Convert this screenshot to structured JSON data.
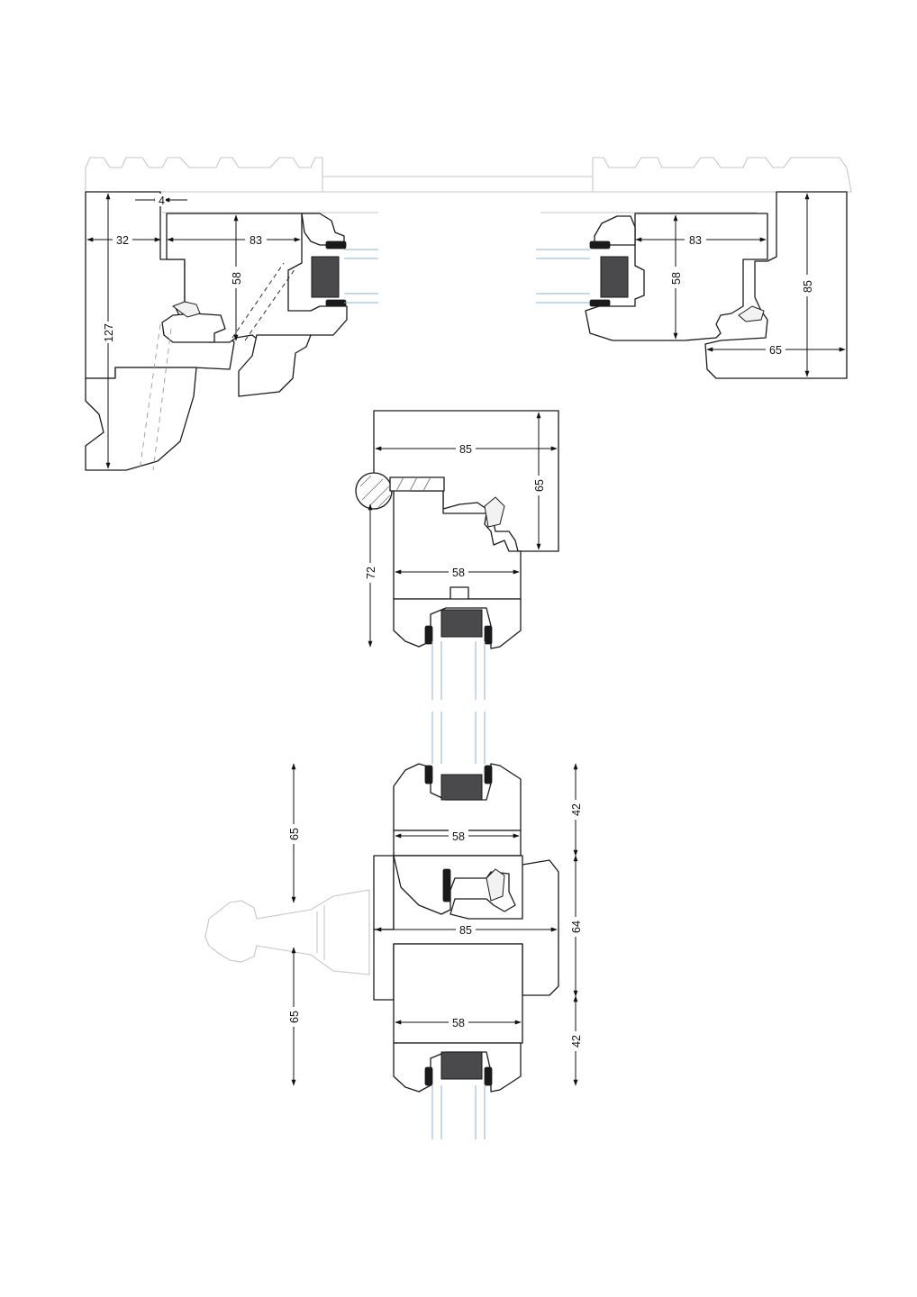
{
  "dimensions": {
    "head_left": {
      "top_offset": "4",
      "outer_width": "32",
      "sash_width": "83",
      "sash_height": "58",
      "frame_height": "127"
    },
    "head_right": {
      "sash_width": "83",
      "sash_height": "58",
      "frame_height": "85",
      "frame_depth": "65"
    },
    "meeting_rail": {
      "width": "85",
      "height": "65",
      "sash_width": "58",
      "drop": "72"
    },
    "sill": {
      "upper_sash_width": "58",
      "upper_sash_height": "42",
      "rail_width": "85",
      "rail_height": "64",
      "lower_sash_width": "58",
      "lower_sash_height": "42",
      "handle_upper": "65",
      "handle_lower": "65"
    }
  },
  "colors": {
    "line": "#1a1a1a",
    "glass": "#8fb0cc",
    "spacer": "#4a4a4d",
    "ghost": "#c7c7c7"
  }
}
